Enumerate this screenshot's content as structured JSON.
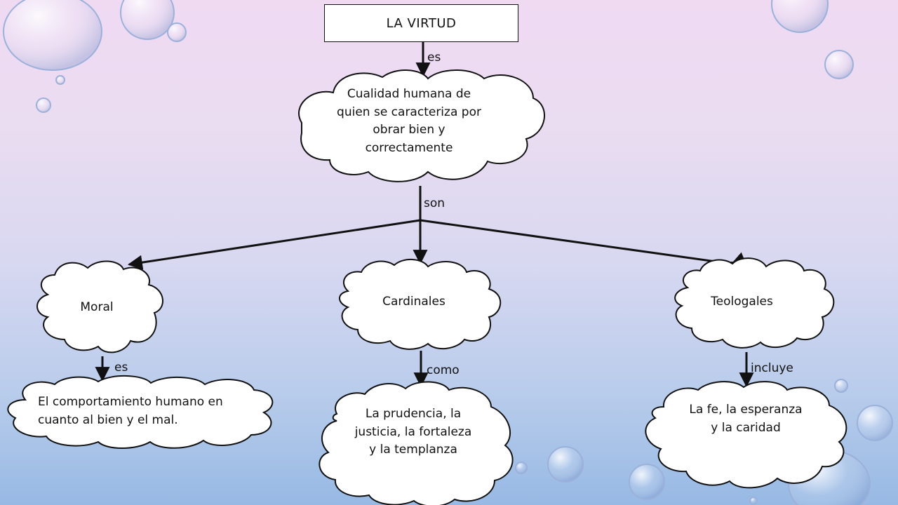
{
  "title": "LA VIRTUD",
  "definition": "Cualidad humana de quien se caracteriza por obrar bien y correctamente",
  "links": {
    "es_top": "es",
    "son": "son",
    "es_moral": "es",
    "como": "como",
    "incluye": "incluye"
  },
  "categories": {
    "moral": "Moral",
    "cardinales": "Cardinales",
    "teologales": "Teologales"
  },
  "details": {
    "moral": "El comportamiento humano en cuanto al bien y el mal.",
    "cardinales": "La prudencia, la justicia, la fortaleza y la templanza",
    "teologales": "La fe, la esperanza y la caridad"
  },
  "colors": {
    "background_top": "#efdaf2",
    "background_bottom": "#97b9e4",
    "line": "#111111",
    "cloud_fill": "#ffffff"
  }
}
